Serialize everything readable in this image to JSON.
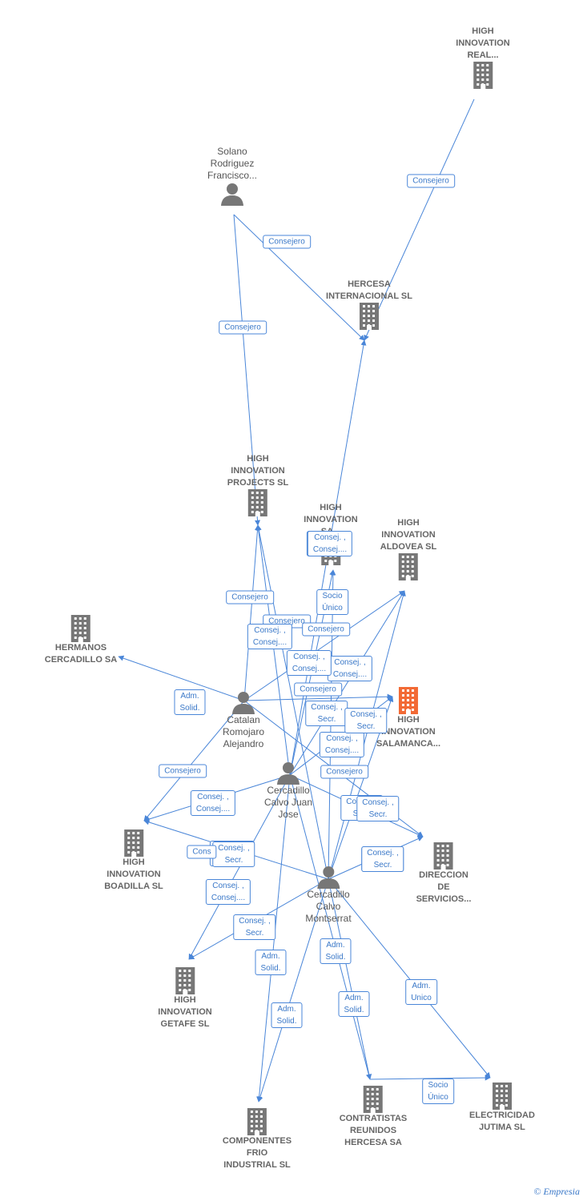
{
  "nodes": {
    "high_innovation_real": {
      "label": "HIGH\nINNOVATION\nREAL...",
      "type": "company"
    },
    "solano": {
      "label": "Solano\nRodriguez\nFrancisco...",
      "type": "person"
    },
    "hercesa_internacional": {
      "label": "HERCESA\nINTERNACIONAL SL",
      "type": "company"
    },
    "high_innovation_projects": {
      "label": "HIGH\nINNOVATION\nPROJECTS  SL",
      "type": "company"
    },
    "high_innovation_sa": {
      "label": "HIGH\nINNOVATION\nSA...",
      "type": "company"
    },
    "high_innovation_aldovea": {
      "label": "HIGH\nINNOVATION\nALDOVEA  SL",
      "type": "company"
    },
    "hermanos_cercadillo": {
      "label": "HERMANOS\nCERCADILLO SA",
      "type": "company"
    },
    "catalan": {
      "label": "Catalan\nRomojaro\nAlejandro",
      "type": "person"
    },
    "high_innovation_salamanca": {
      "label": "HIGH\nINNOVATION\nSALAMANCA...",
      "type": "company",
      "highlight": "#f26a35"
    },
    "cercadillo_juan": {
      "label": "Cercadillo\nCalvo Juan\nJose",
      "type": "person"
    },
    "high_innovation_boadilla": {
      "label": "HIGH\nINNOVATION\nBOADILLA  SL",
      "type": "company"
    },
    "direccion_servicios": {
      "label": "DIRECCION\nDE\nSERVICIOS...",
      "type": "company"
    },
    "cercadillo_montserrat": {
      "label": "Cercadillo\nCalvo\nMontserrat",
      "type": "person"
    },
    "high_innovation_getafe": {
      "label": "HIGH\nINNOVATION\nGETAFE  SL",
      "type": "company"
    },
    "componentes_frio": {
      "label": "COMPONENTES\nFRIO\nINDUSTRIAL SL",
      "type": "company"
    },
    "contratistas_reunidos": {
      "label": "CONTRATISTAS\nREUNIDOS\nHERCESA SA",
      "type": "company"
    },
    "electricidad_jutima": {
      "label": "ELECTRICIDAD\nJUTIMA SL",
      "type": "company"
    }
  },
  "edges": [
    {
      "from": "high_innovation_real",
      "to": "hercesa_internacional",
      "label": "Consejero"
    },
    {
      "from": "solano",
      "to": "hercesa_internacional",
      "label": "Consejero"
    },
    {
      "from": "solano",
      "to": "high_innovation_projects",
      "label": "Consejero"
    },
    {
      "from": "catalan",
      "to": "high_innovation_projects",
      "label": "Consejero"
    },
    {
      "from": "catalan",
      "to": "high_innovation_aldovea",
      "label": "Consejero"
    },
    {
      "from": "catalan",
      "to": "hermanos_cercadillo",
      "label": "Adm.\nSolid."
    },
    {
      "from": "catalan",
      "to": "high_innovation_boadilla",
      "label": "Consejero"
    },
    {
      "from": "catalan",
      "to": "high_innovation_salamanca",
      "label": "Consejero"
    },
    {
      "from": "catalan",
      "to": "direccion_servicios",
      "label": "Consejero"
    },
    {
      "from": "cercadillo_juan",
      "to": "hercesa_internacional",
      "label": "Consej. ,\nConsej...."
    },
    {
      "from": "cercadillo_juan",
      "to": "high_innovation_projects",
      "label": "Consej. ,\nConsej...."
    },
    {
      "from": "cercadillo_juan",
      "to": "high_innovation_sa",
      "label": "Socio\nÚnico"
    },
    {
      "from": "cercadillo_juan",
      "to": "high_innovation_aldovea",
      "label": "Consej. ,\nConsej...."
    },
    {
      "from": "cercadillo_juan",
      "to": "high_innovation_salamanca",
      "label": "Consej. ,\nSecr."
    },
    {
      "from": "cercadillo_juan",
      "to": "high_innovation_boadilla",
      "label": "Consej. ,\nConsej...."
    },
    {
      "from": "cercadillo_juan",
      "to": "direccion_servicios",
      "label": "Consej. ,\nSecr."
    },
    {
      "from": "cercadillo_juan",
      "to": "high_innovation_getafe",
      "label": "Consej. ,\nConsej...."
    },
    {
      "from": "cercadillo_juan",
      "to": "componentes_frio",
      "label": "Adm.\nSolid."
    },
    {
      "from": "cercadillo_juan",
      "to": "contratistas_reunidos",
      "label": "Adm.\nSolid."
    },
    {
      "from": "cercadillo_montserrat",
      "to": "high_innovation_projects",
      "label": "Consej. ,\nConsej...."
    },
    {
      "from": "cercadillo_montserrat",
      "to": "high_innovation_sa",
      "label": "Consej. ,\nConsej...."
    },
    {
      "from": "cercadillo_montserrat",
      "to": "high_innovation_aldovea",
      "label": "Consej. ,\nSecr."
    },
    {
      "from": "cercadillo_montserrat",
      "to": "high_innovation_salamanca",
      "label": "Consej. ,\nConsej...."
    },
    {
      "from": "cercadillo_montserrat",
      "to": "high_innovation_boadilla",
      "label": "Consej. ,\nSecr."
    },
    {
      "from": "cercadillo_montserrat",
      "to": "direccion_servicios",
      "label": "Consej. ,\nSecr."
    },
    {
      "from": "cercadillo_montserrat",
      "to": "high_innovation_getafe",
      "label": "Consej. ,\nSecr."
    },
    {
      "from": "cercadillo_montserrat",
      "to": "componentes_frio",
      "label": "Adm.\nSolid."
    },
    {
      "from": "cercadillo_montserrat",
      "to": "contratistas_reunidos",
      "label": "Adm.\nSolid."
    },
    {
      "from": "cercadillo_montserrat",
      "to": "electricidad_jutima",
      "label": "Adm.\nUnico"
    },
    {
      "from": "contratistas_reunidos",
      "to": "electricidad_jutima",
      "label": "Socio\nÚnico"
    }
  ],
  "extra_tags": [
    "Consej. ,\nConsej....",
    "Consej. ,\nSecr.",
    "Consejero",
    "Consej. ,\nSecr.",
    "Cons"
  ],
  "brand": {
    "symbol": "©",
    "name": "Empresia"
  },
  "colors": {
    "edge": "#4a86d8",
    "icon": "#777777",
    "highlight": "#f26a35"
  }
}
